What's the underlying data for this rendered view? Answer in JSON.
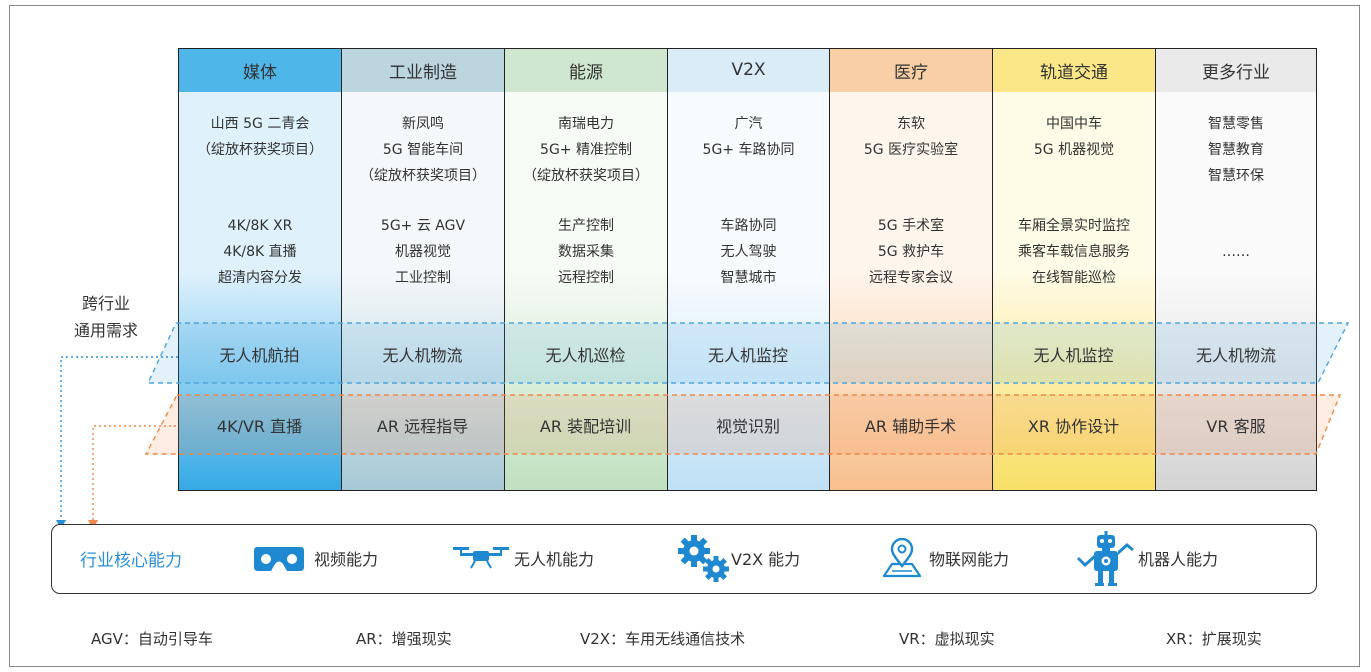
{
  "columns": [
    {
      "header": "媒体",
      "cases": "山西 5G 二青会\n（绽放杯获奖项目）",
      "apps": "4K/8K XR\n4K/8K 直播\n超清内容分发",
      "drone": "无人机航拍",
      "xr": "4K/VR 直播",
      "colors": {
        "head": "#4fb6ea",
        "top": "#dff1fb",
        "bottom": "#36aae6"
      }
    },
    {
      "header": "工业制造",
      "cases": "新凤鸣\n5G 智能车间\n（绽放杯获奖项目）",
      "apps": "5G+ 云 AGV\n机器视觉\n工业控制",
      "drone": "无人机物流",
      "xr": "AR 远程指导",
      "colors": {
        "head": "#bcd6df",
        "top": "#f4f8fa",
        "bottom": "#a7c9d6"
      }
    },
    {
      "header": "能源",
      "cases": "南瑞电力\n5G+ 精准控制\n（绽放杯获奖项目）",
      "apps": "生产控制\n数据采集\n远程控制",
      "drone": "无人机巡检",
      "xr": "AR 装配培训",
      "colors": {
        "head": "#cfe6cf",
        "top": "#f6fbf5",
        "bottom": "#bfe1c0"
      }
    },
    {
      "header": "V2X",
      "cases": "广汽\n5G+ 车路协同",
      "apps": "车路协同\n无人驾驶\n智慧城市",
      "drone": "无人机监控",
      "xr": "视觉识别",
      "colors": {
        "head": "#d9ecf8",
        "top": "#f7fbfe",
        "bottom": "#bfe0f5"
      }
    },
    {
      "header": "医疗",
      "cases": "东软\n5G 医疗实验室",
      "apps": "5G 手术室\n5G 救护车\n远程专家会议",
      "drone": "",
      "xr": "AR 辅助手术",
      "colors": {
        "head": "#f9cfa6",
        "top": "#fef5ec",
        "bottom": "#f8c08d"
      }
    },
    {
      "header": "轨道交通",
      "cases": "中国中车\n5G 机器视觉",
      "apps": "车厢全景实时监控\n乘客车载信息服务\n在线智能巡检",
      "drone": "无人机监控",
      "xr": "XR 协作设计",
      "colors": {
        "head": "#fbe788",
        "top": "#fefbe6",
        "bottom": "#f8df66"
      }
    },
    {
      "header": "更多行业",
      "cases": "智慧零售\n智慧教育\n智慧环保",
      "apps": "……",
      "drone": "无人机物流",
      "xr": "VR 客服",
      "colors": {
        "head": "#eaeaea",
        "top": "#fafafa",
        "bottom": "#d4d4d4"
      }
    }
  ],
  "side_label": "跨行业\n通用需求",
  "core": {
    "title": "行业核心能力",
    "capabilities": [
      {
        "label": "视频能力",
        "icon": "vr-headset-icon"
      },
      {
        "label": "无人机能力",
        "icon": "drone-icon"
      },
      {
        "label": "V2X 能力",
        "icon": "gears-icon"
      },
      {
        "label": "物联网能力",
        "icon": "map-pin-icon"
      },
      {
        "label": "机器人能力",
        "icon": "robot-icon"
      }
    ]
  },
  "abbreviations": [
    "AGV：自动引导车",
    "AR：增强现实",
    "V2X：车用无线通信技术",
    "VR：虚拟现实",
    "XR：扩展现实"
  ],
  "colors": {
    "blue_band": "#4da6de",
    "orange_band": "#f0884a",
    "accent_blue": "#2a8fd6",
    "icon_blue": "#1e88d0"
  }
}
